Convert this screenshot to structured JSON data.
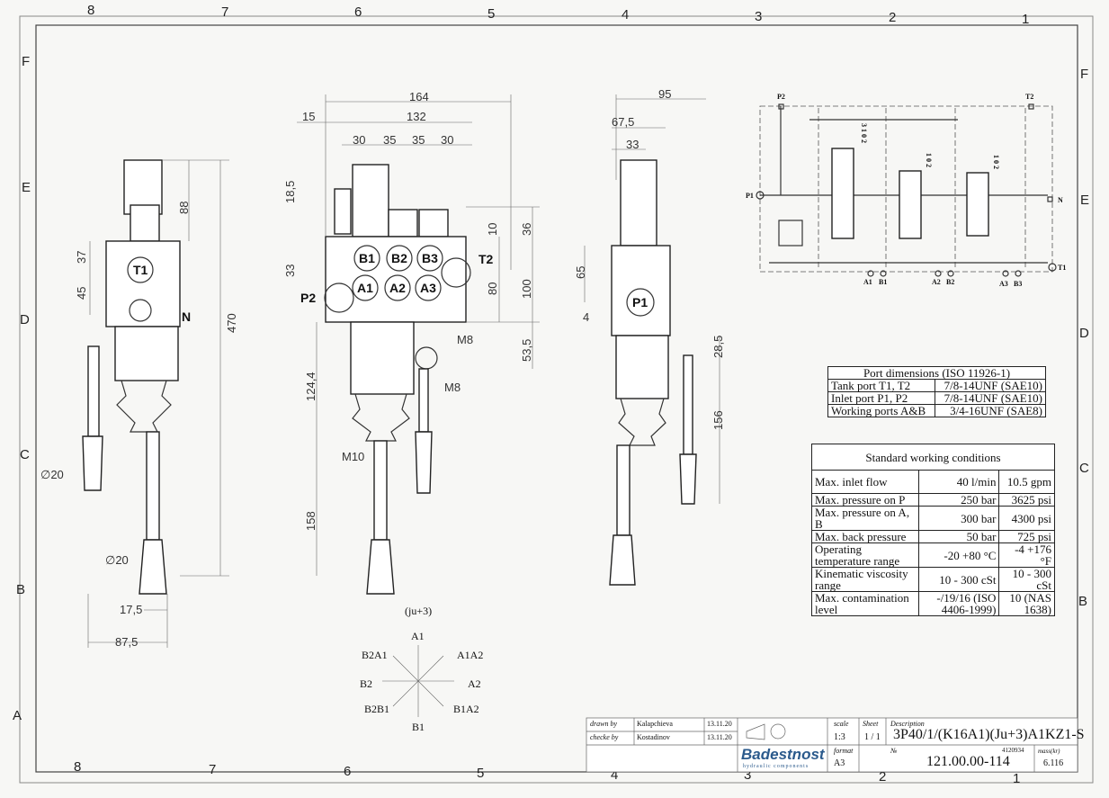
{
  "zones": {
    "top": [
      "8",
      "7",
      "6",
      "5",
      "4",
      "3",
      "2",
      "1"
    ],
    "left": [
      "F",
      "E",
      "D",
      "C",
      "B",
      "A"
    ],
    "right": [
      "F",
      "E",
      "D",
      "C",
      "B"
    ]
  },
  "side_view": {
    "dims": [
      "88",
      "37",
      "45",
      "470",
      "∅20",
      "∅20",
      "17,5",
      "87,5"
    ],
    "labels": [
      "T1",
      "N"
    ]
  },
  "front_view": {
    "dims": [
      "164",
      "15",
      "132",
      "30",
      "35",
      "35",
      "30",
      "18,5",
      "33",
      "10",
      "36",
      "80",
      "100",
      "53,5",
      "M8",
      "M8",
      "124,4",
      "M10",
      "158"
    ],
    "labels": [
      "P2",
      "T2",
      "B1",
      "B2",
      "B3",
      "A1",
      "A2",
      "A3"
    ]
  },
  "end_view": {
    "dims": [
      "95",
      "67,5",
      "33",
      "65",
      "4",
      "28,5",
      "156"
    ],
    "labels": [
      "P1"
    ]
  },
  "joystick_pattern": {
    "title": "(ju+3)",
    "directions": [
      "A1",
      "A1A2",
      "A2",
      "B1A2",
      "B1",
      "B2B1",
      "B2",
      "B2A1"
    ]
  },
  "schematic": {
    "ports": [
      "P2",
      "T2",
      "P1",
      "N",
      "T1",
      "A1",
      "B1",
      "A2",
      "B2",
      "A3",
      "B3"
    ],
    "spool_positions": [
      "3 1 0 2",
      "1 0 2",
      "1 0 2"
    ]
  },
  "port_dimensions": {
    "title": "Port dimensions (ISO 11926-1)",
    "rows": [
      {
        "name": "Tank port T1, T2",
        "value": "7/8-14UNF (SAE10)"
      },
      {
        "name": "Inlet port P1, P2",
        "value": "7/8-14UNF (SAE10)"
      },
      {
        "name": "Working ports A&B",
        "value": "3/4-16UNF (SAE8)"
      }
    ]
  },
  "working_conditions": {
    "title": "Standard working conditions",
    "rows": [
      {
        "name": "Max. inlet flow",
        "metric": "40 l/min",
        "imperial": "10.5 gpm"
      },
      {
        "name": "Max. pressure on P",
        "metric": "250 bar",
        "imperial": "3625 psi"
      },
      {
        "name": "Max. pressure on A, B",
        "metric": "300 bar",
        "imperial": "4300 psi"
      },
      {
        "name": "Max. back pressure",
        "metric": "50 bar",
        "imperial": "725 psi"
      },
      {
        "name": "Operating temperature range",
        "metric": "-20 +80 °C",
        "imperial": "-4 +176 °F"
      },
      {
        "name": "Kinematic viscosity range",
        "metric": "10 - 300 cSt",
        "imperial": "10 - 300 cSt"
      },
      {
        "name": "Max. contamination level",
        "metric": "-/19/16 (ISO 4406-1999)",
        "imperial": "10 (NAS 1638)"
      }
    ]
  },
  "title_block": {
    "drawn_by_label": "drawn by",
    "drawn_by": "Kalapchieva",
    "drawn_date": "13.11.20",
    "checked_by_label": "checke by",
    "checked_by": "Kostadinov",
    "checked_date": "13.11.20",
    "company": "Badestnost",
    "company_sub": "hydraulic components",
    "scale_label": "scale",
    "scale": "1:3",
    "sheet_label": "Sheet",
    "sheet": "1 / 1",
    "format_label": "format",
    "format": "A3",
    "description_label": "Description",
    "description": "3P40/1/(K16A1)(Ju+3)A1KZ1-S",
    "number_label": "№",
    "number": "121.00.00-114",
    "code": "4120934",
    "mass_label": "mass(kr)",
    "mass": "6.116"
  }
}
